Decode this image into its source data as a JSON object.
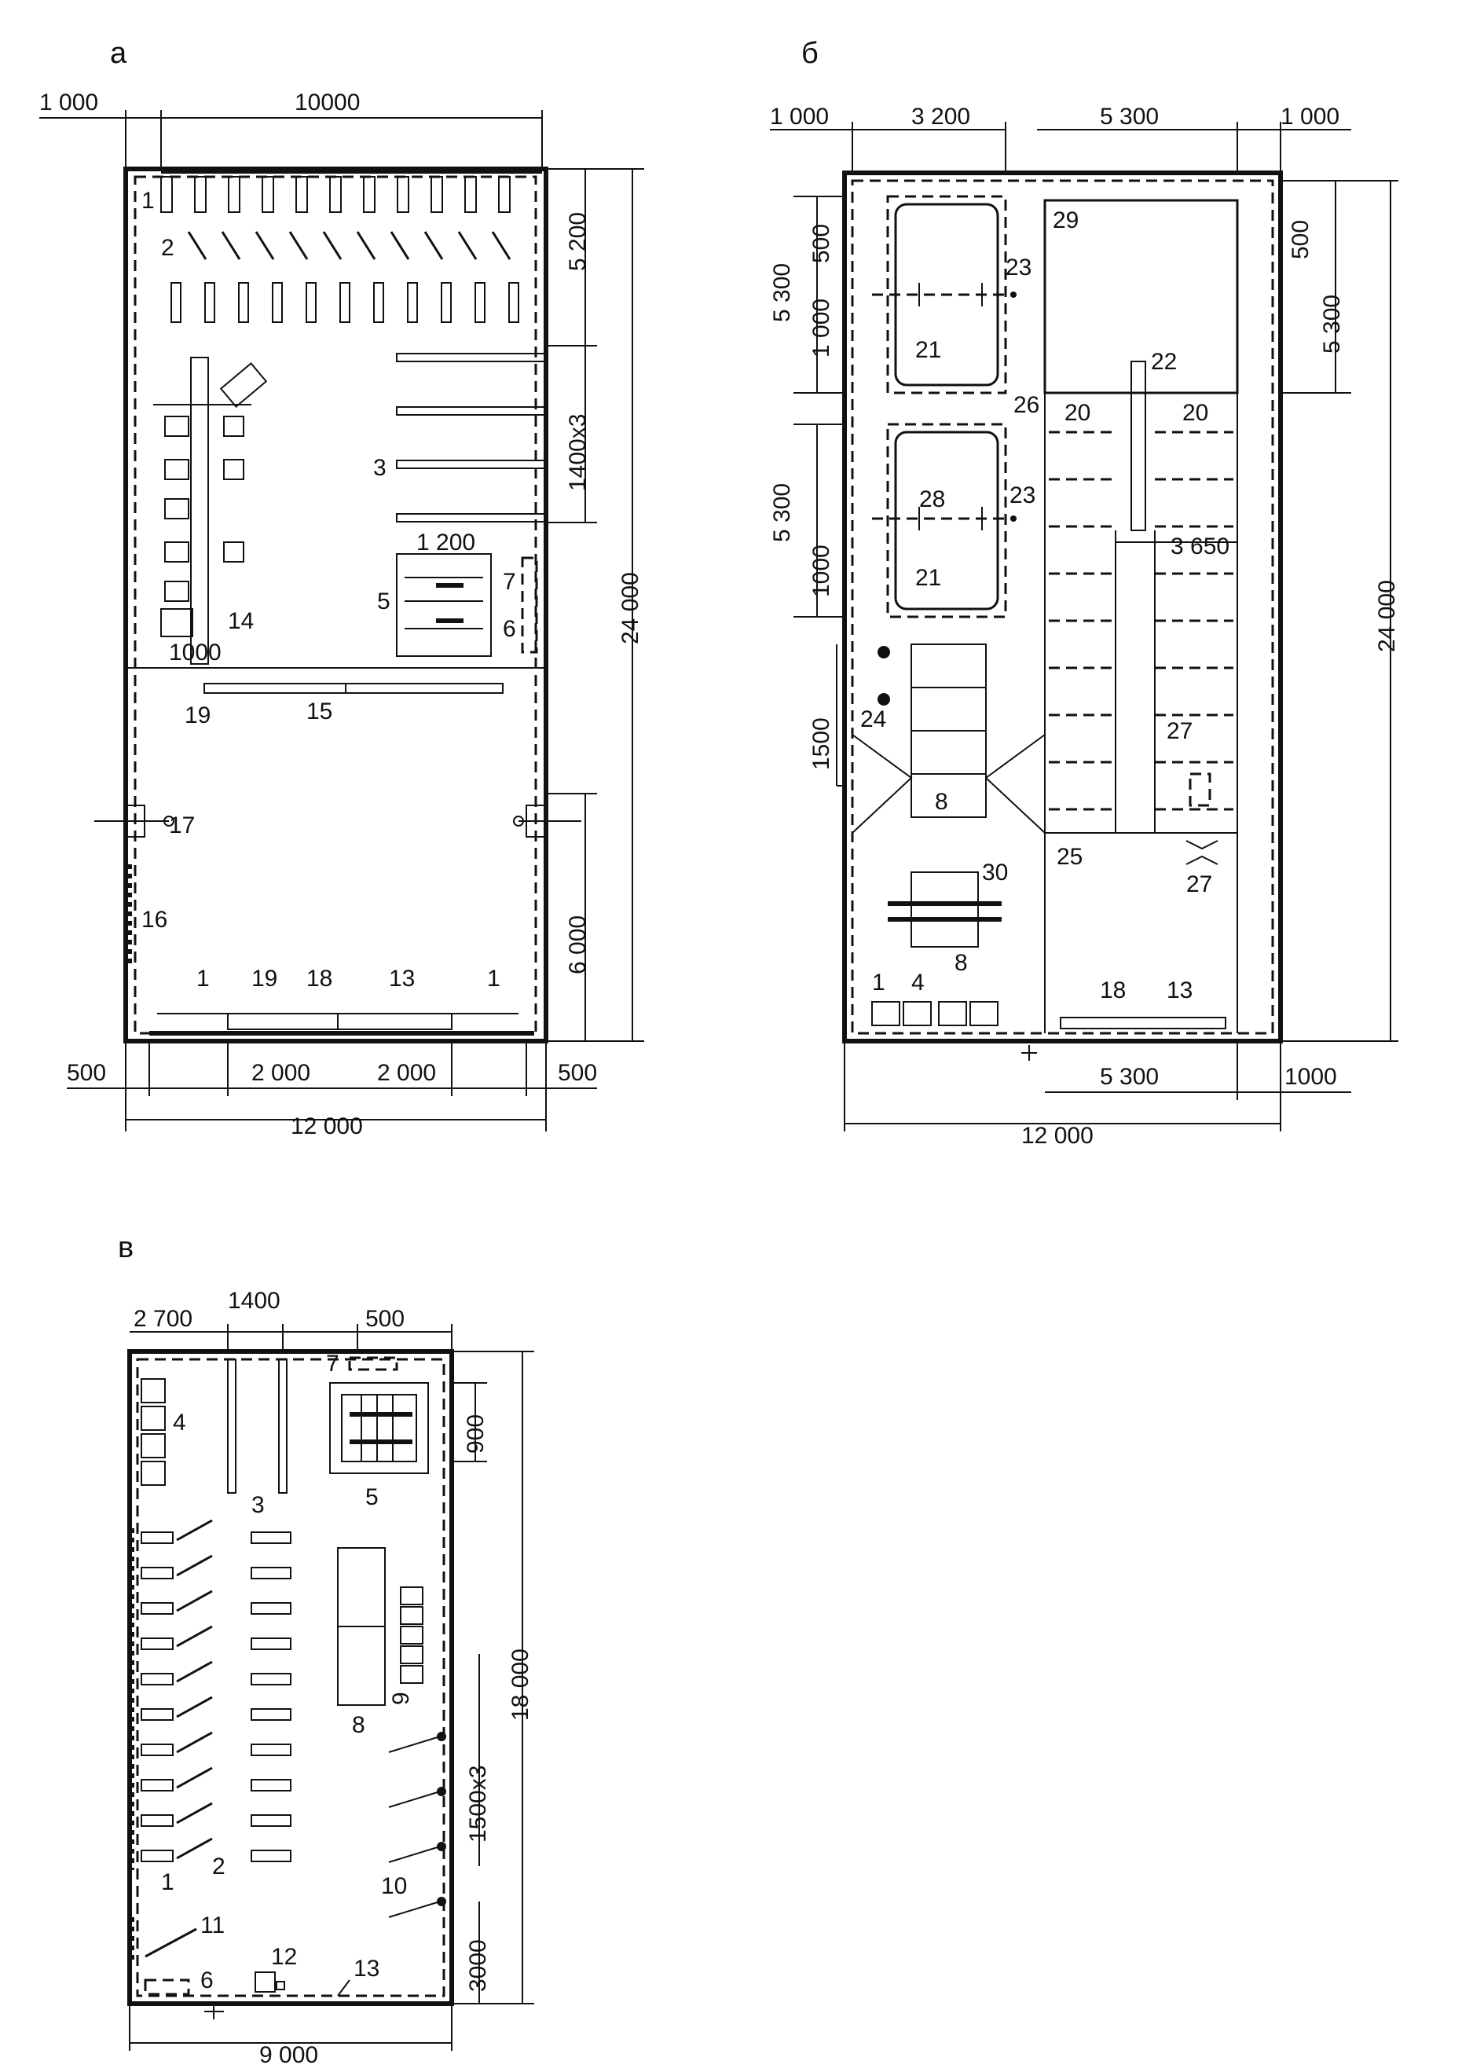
{
  "plans": {
    "a": {
      "title": "а",
      "dims": [
        "1 000",
        "10000",
        "5 200",
        "1400х3",
        "24 000",
        "1 200",
        "1000",
        "6 000",
        "500",
        "2 000",
        "2 000",
        "500",
        "12 000"
      ],
      "callouts": [
        "1",
        "2",
        "3",
        "5",
        "7",
        "6",
        "14",
        "19",
        "15",
        "17",
        "16",
        "1",
        "19",
        "18",
        "13",
        "1"
      ]
    },
    "b": {
      "title": "б",
      "dims": [
        "1 000",
        "3 200",
        "5 300",
        "1 000",
        "5 300",
        "500",
        "1 000",
        "500",
        "5 300",
        "5 300",
        "1000",
        "3 650",
        "1500",
        "24 000",
        "5 300",
        "1000",
        "12 000"
      ],
      "callouts": [
        "29",
        "23",
        "21",
        "22",
        "20",
        "20",
        "26",
        "28",
        "23",
        "21",
        "24",
        "8",
        "27",
        "27",
        "25",
        "30",
        "8",
        "1",
        "4",
        "18",
        "13"
      ]
    },
    "v": {
      "title": "в",
      "dims": [
        "2 700",
        "1400",
        "500",
        "900",
        "18 000",
        "1500х3",
        "3000",
        "9 000"
      ],
      "callouts": [
        "7",
        "4",
        "3",
        "5",
        "8",
        "9",
        "10",
        "1",
        "2",
        "11",
        "6",
        "12",
        "13"
      ]
    }
  }
}
